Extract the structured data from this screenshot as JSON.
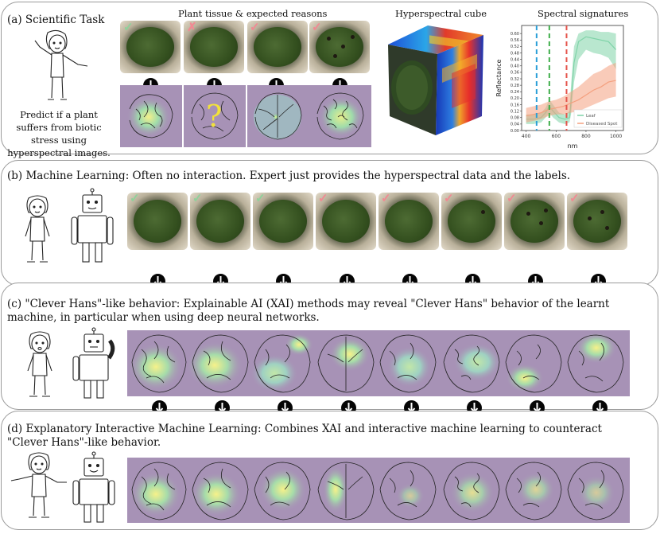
{
  "panel_a": {
    "title": "(a) Scientific Task",
    "task_text": "Predict if a plant suffers from biotic stress using hyperspectral images.",
    "plant_header": "Plant tissue & expected reasons",
    "cube_header": "Hyperspectral cube",
    "spectral_header": "Spectral signatures"
  },
  "panel_b": {
    "title": "(b) Machine Learning: Often no interaction. Expert just provides the hyperspectral data and the labels."
  },
  "panel_c": {
    "title": "(c) \"Clever Hans\"-like behavior: Explainable AI (XAI) methods may reveal \"Clever Hans\" behavior of the learnt machine, in particular when using deep neural networks."
  },
  "panel_d": {
    "title": "(d) Explanatory Interactive Machine Learning: Combines XAI and interactive machine learning to counteract \"Clever Hans\"-like behavior."
  },
  "annotations": {
    "question_mark": "?"
  },
  "colors": {
    "healthy_check": "#8fd19a",
    "diseased_mark": "#f08a93",
    "leaf_series": "#7fd3a8",
    "spot_series": "#f4a07f"
  },
  "chart_data": {
    "type": "line",
    "xlabel": "nm",
    "ylabel": "Reflectance",
    "xlim": [
      370,
      1050
    ],
    "ylim": [
      0.0,
      0.65
    ],
    "x_ticks": [
      400,
      600,
      800,
      1000
    ],
    "y_ticks": [
      "0.00",
      "0.04",
      "0.08",
      "0.12",
      "0.16",
      "0.20",
      "0.24",
      "0.28",
      "0.32",
      "0.36",
      "0.40",
      "0.44",
      "0.48",
      "0.52",
      "0.56",
      "0.60"
    ],
    "vlines": [
      {
        "x": 470,
        "color": "#2a9fd8"
      },
      {
        "x": 555,
        "color": "#3fae4a"
      },
      {
        "x": 670,
        "color": "#e5534b"
      }
    ],
    "series": [
      {
        "name": "Leaf",
        "color": "#7fd3a8",
        "x": [
          400,
          450,
          500,
          530,
          555,
          580,
          620,
          660,
          690,
          700,
          720,
          750,
          800,
          850,
          900,
          950,
          1000
        ],
        "y": [
          0.07,
          0.07,
          0.08,
          0.11,
          0.15,
          0.12,
          0.08,
          0.07,
          0.08,
          0.18,
          0.42,
          0.55,
          0.58,
          0.57,
          0.56,
          0.55,
          0.5
        ],
        "band_hi": [
          0.1,
          0.1,
          0.11,
          0.14,
          0.19,
          0.16,
          0.11,
          0.1,
          0.12,
          0.28,
          0.52,
          0.6,
          0.62,
          0.62,
          0.61,
          0.61,
          0.6
        ],
        "band_lo": [
          0.04,
          0.04,
          0.05,
          0.08,
          0.11,
          0.08,
          0.05,
          0.04,
          0.05,
          0.1,
          0.3,
          0.44,
          0.5,
          0.48,
          0.47,
          0.45,
          0.38
        ]
      },
      {
        "name": "Diseased Spot",
        "color": "#f4a07f",
        "x": [
          400,
          450,
          500,
          550,
          600,
          650,
          700,
          750,
          800,
          850,
          900,
          950,
          1000
        ],
        "y": [
          0.09,
          0.1,
          0.11,
          0.13,
          0.14,
          0.15,
          0.17,
          0.19,
          0.22,
          0.25,
          0.27,
          0.3,
          0.31
        ],
        "band_hi": [
          0.14,
          0.15,
          0.16,
          0.18,
          0.19,
          0.21,
          0.24,
          0.27,
          0.31,
          0.35,
          0.37,
          0.4,
          0.42
        ],
        "band_lo": [
          0.05,
          0.06,
          0.07,
          0.09,
          0.1,
          0.1,
          0.11,
          0.12,
          0.14,
          0.16,
          0.18,
          0.2,
          0.21
        ]
      }
    ]
  }
}
